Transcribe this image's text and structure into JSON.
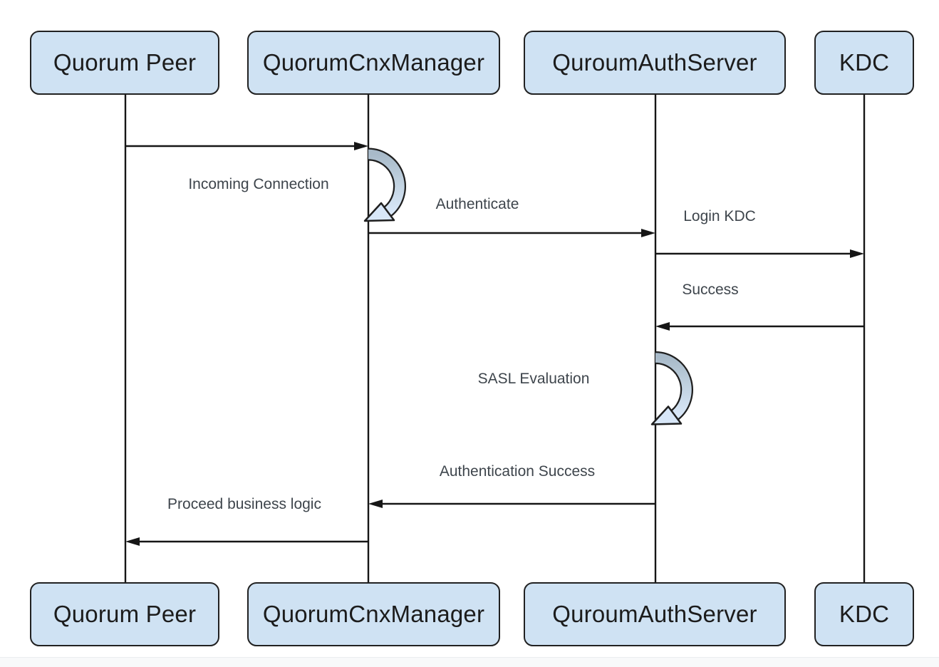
{
  "diagram": {
    "kind": "uml-sequence-diagram",
    "actors": [
      {
        "label": "Quorum Peer"
      },
      {
        "label": "QuorumCnxManager"
      },
      {
        "label": "QuroumAuthServer"
      },
      {
        "label": "KDC"
      }
    ],
    "messages": [
      {
        "label": "Incoming Connection",
        "from": "Quorum Peer",
        "to": "QuorumCnxManager",
        "kind": "message-arrow"
      },
      {
        "label": "Authenticate",
        "from": "QuorumCnxManager",
        "to": "QuroumAuthServer",
        "kind": "message-arrow"
      },
      {
        "label": "Login KDC",
        "from": "QuroumAuthServer",
        "to": "KDC",
        "kind": "message-arrow"
      },
      {
        "label": "Success",
        "from": "KDC",
        "to": "QuroumAuthServer",
        "kind": "return-arrow"
      },
      {
        "label": "SASL Evaluation",
        "actor": "QuroumAuthServer",
        "kind": "self-loop"
      },
      {
        "label": "Authentication Success",
        "from": "QuroumAuthServer",
        "to": "QuorumCnxManager",
        "kind": "return-arrow"
      },
      {
        "label": "Proceed business logic",
        "from": "QuorumCnxManager",
        "to": "Quorum Peer",
        "kind": "return-arrow"
      }
    ],
    "self_loops": [
      {
        "at": "QuorumCnxManager"
      },
      {
        "at": "QuroumAuthServer"
      }
    ],
    "colors": {
      "actor_fill": "#cfe2f3",
      "actor_border": "#212121",
      "actor_text": "#1c1c1c",
      "line": "#161616",
      "message_text": "#3e454c",
      "loop_gradient_top": "#a8bac9",
      "loop_gradient_bottom": "#d8e7f8",
      "footer_strip": "#f8f9fa"
    }
  }
}
